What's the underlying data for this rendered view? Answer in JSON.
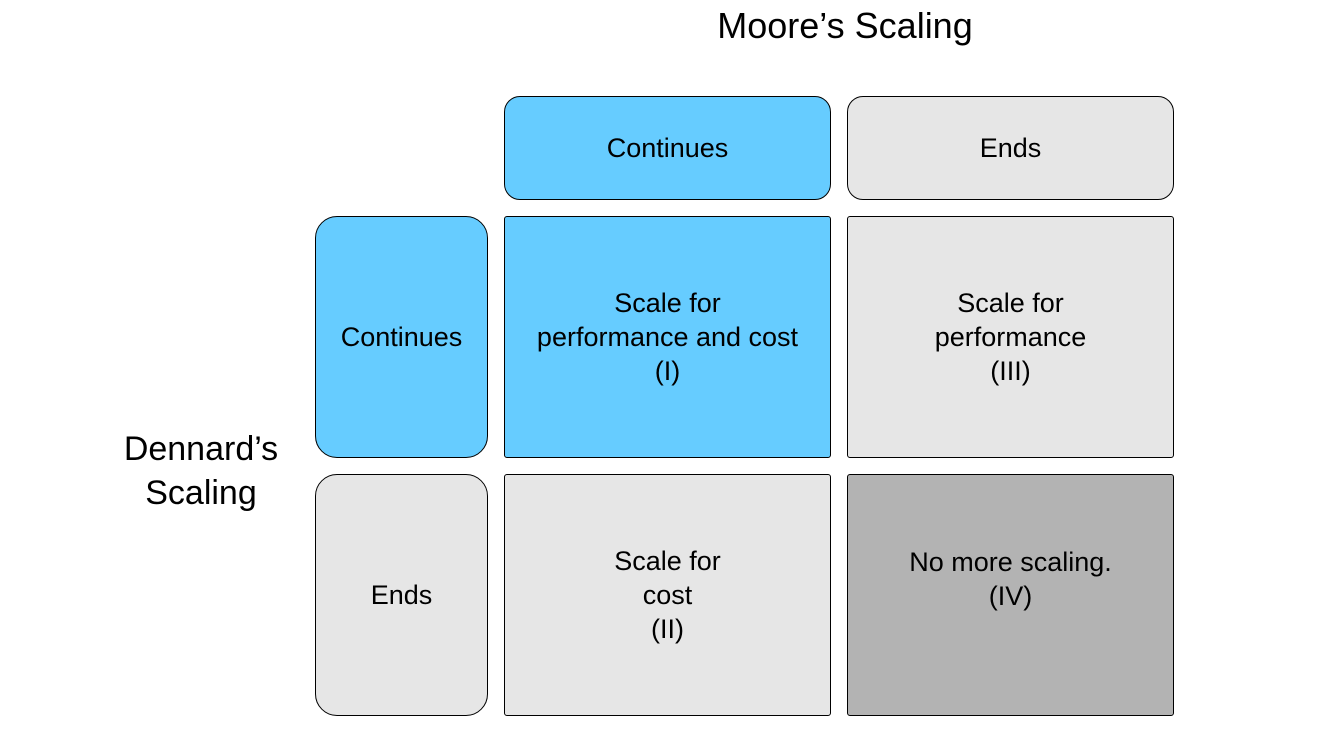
{
  "axis_titles": {
    "top": "Moore’s Scaling",
    "left_line1": "Dennard’s",
    "left_line2": "Scaling"
  },
  "colors": {
    "continues": "#66CCFF",
    "ends": "#E6E6E6",
    "no_scaling": "#B3B3B3",
    "border": "#000000"
  },
  "column_headers": {
    "continues": "Continues",
    "ends": "Ends"
  },
  "row_headers": {
    "continues": "Continues",
    "ends": "Ends"
  },
  "quadrants": {
    "q1": {
      "lines": [
        "Scale for",
        "performance and cost",
        "(I)"
      ]
    },
    "q2": {
      "lines": [
        "Scale for",
        "cost",
        "(II)"
      ]
    },
    "q3": {
      "lines": [
        "Scale for",
        "performance",
        "(III)"
      ]
    },
    "q4": {
      "lines": [
        "No more scaling.",
        "(IV)"
      ]
    }
  }
}
